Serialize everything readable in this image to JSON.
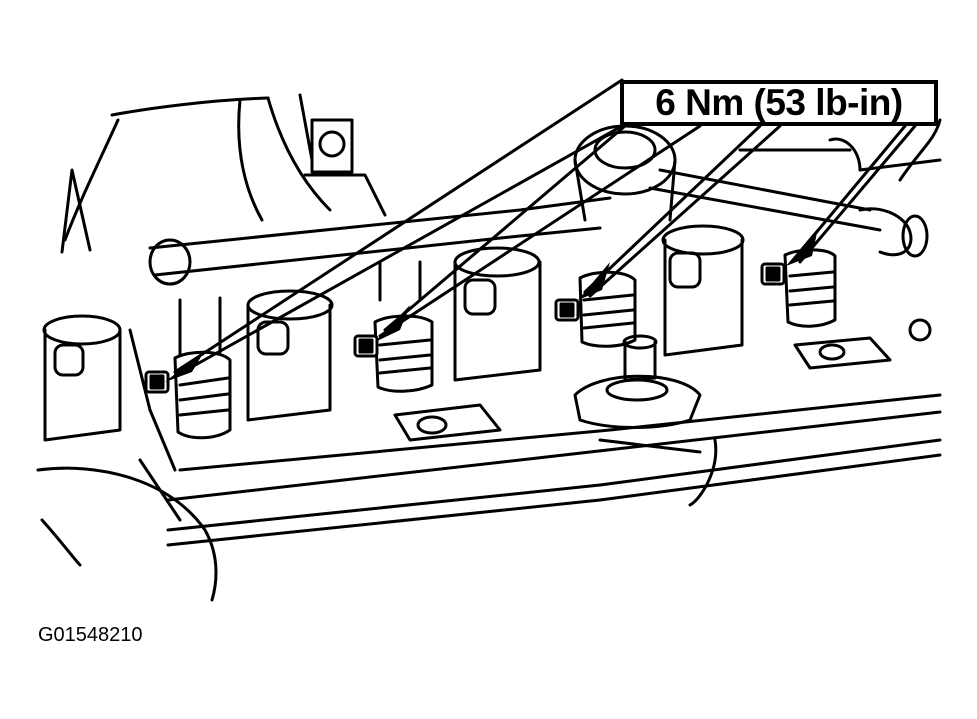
{
  "callout": {
    "torque": "6 Nm (53 lb-in)"
  },
  "figure": {
    "id": "G01548210"
  },
  "colors": {
    "ink": "#000000",
    "paper": "#ffffff"
  },
  "components": [
    "ignition-coil",
    "coil-bolt",
    "fuel-rail",
    "valve-cover",
    "intake-manifold"
  ],
  "fastener_count": 4
}
